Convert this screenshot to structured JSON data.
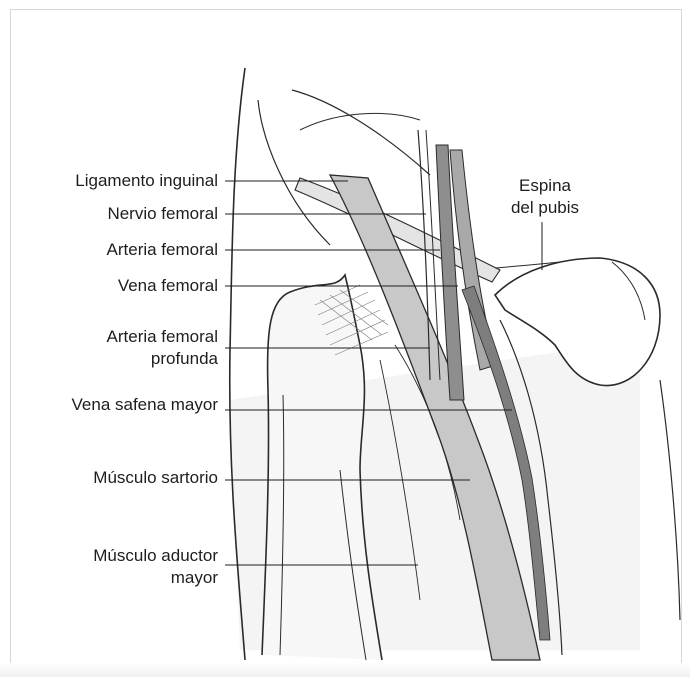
{
  "figure": {
    "labels": {
      "ligamento_inguinal": "Ligamento inguinal",
      "nervio_femoral": "Nervio femoral",
      "arteria_femoral": "Arteria femoral",
      "vena_femoral": "Vena femoral",
      "arteria_femoral_profunda_1": "Arteria femoral",
      "arteria_femoral_profunda_2": "profunda",
      "vena_safena_mayor": "Vena safena mayor",
      "musculo_sartorio": "Músculo sartorio",
      "musculo_aductor_mayor_1": "Músculo aductor",
      "musculo_aductor_mayor_2": "mayor",
      "espina_pubis_1": "Espina",
      "espina_pubis_2": "del pubis"
    },
    "colors": {
      "line": "#2a2a2a",
      "thigh_shade": "#d9d9d9",
      "muscle": "#bdbdbd",
      "artery": "#8e8e8e",
      "vein": "#a6a6a6",
      "ligament": "#e2e2e2"
    }
  }
}
